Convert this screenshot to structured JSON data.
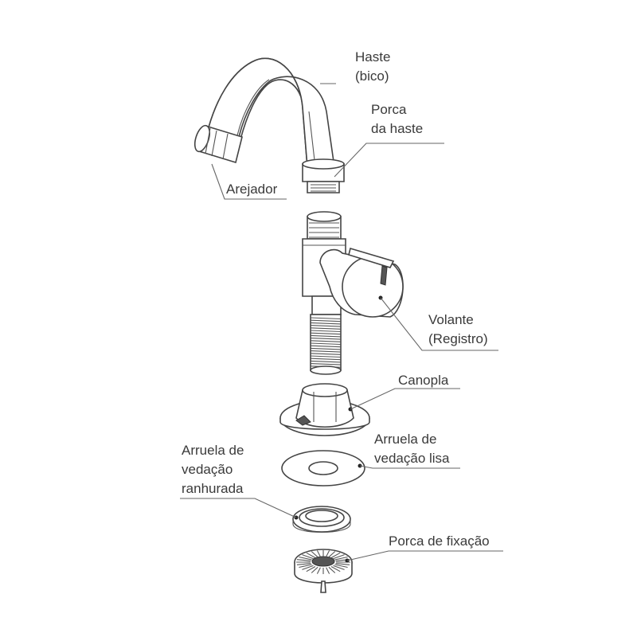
{
  "labels": {
    "haste_line1": "Haste",
    "haste_line2": "(bico)",
    "porca_haste_line1": "Porca",
    "porca_haste_line2": "da haste",
    "arejador": "Arejador",
    "volante_line1": "Volante",
    "volante_line2": "(Registro)",
    "canopla": "Canopla",
    "arruela_lisa_line1": "Arruela de",
    "arruela_lisa_line2": "vedação lisa",
    "arruela_ranhurada_line1": "Arruela de",
    "arruela_ranhurada_line2": "vedação",
    "arruela_ranhurada_line3": "ranhurada",
    "porca_fixacao": "Porca de fixação"
  }
}
